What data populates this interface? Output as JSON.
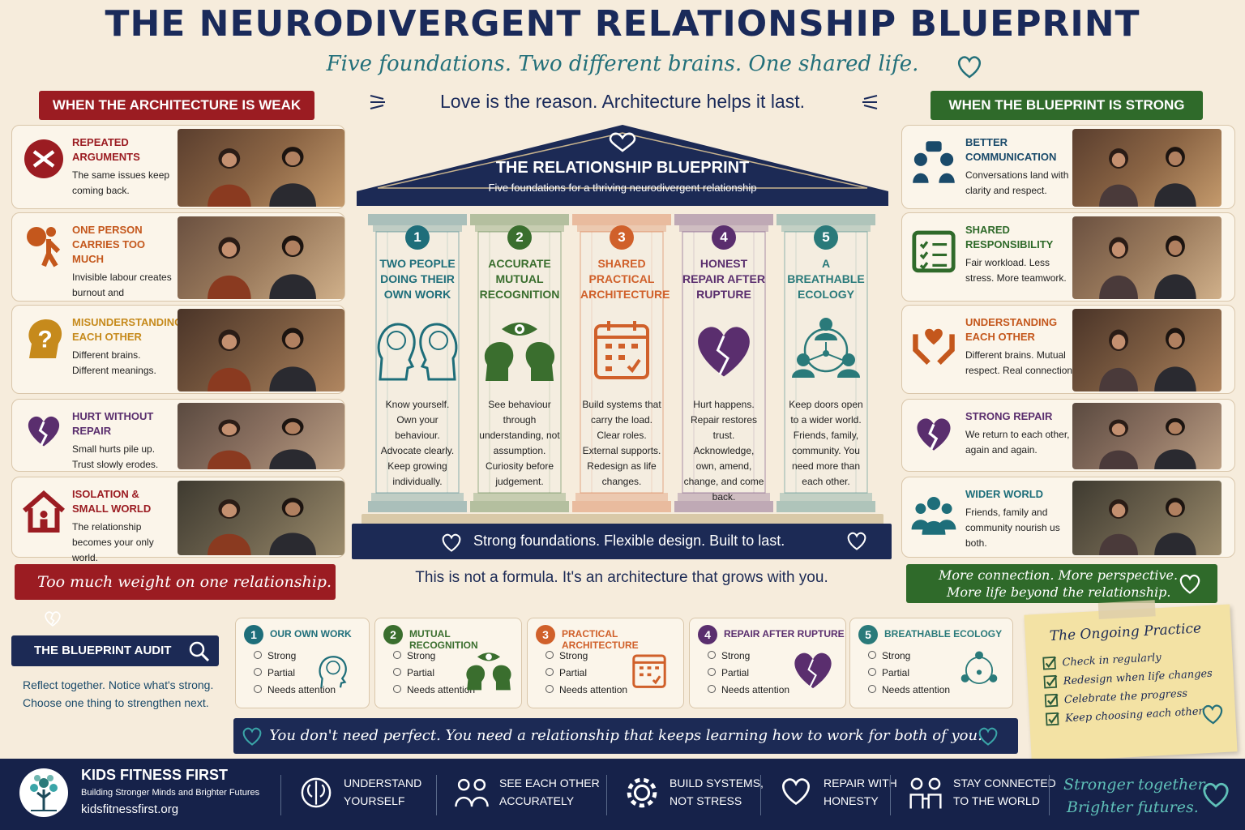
{
  "header": {
    "title": "THE NEURODIVERGENT RELATIONSHIP BLUEPRINT",
    "subtitle": "Five foundations. Two different brains. One shared life.",
    "tagline": "Love is the reason. Architecture helps it last."
  },
  "left": {
    "banner": "WHEN THE ARCHITECTURE IS WEAK",
    "items": [
      {
        "title": "REPEATED ARGUMENTS",
        "text": "The same issues keep coming back.",
        "icon": "argument-icon"
      },
      {
        "title": "ONE PERSON CARRIES TOO MUCH",
        "text": "Invisible labour creates burnout and resentment.",
        "icon": "burden-icon"
      },
      {
        "title": "MISUNDERSTANDING EACH OTHER",
        "text": "Different brains. Different meanings.",
        "icon": "question-head-icon"
      },
      {
        "title": "HURT WITHOUT REPAIR",
        "text": "Small hurts pile up. Trust slowly erodes.",
        "icon": "broken-heart-icon"
      },
      {
        "title": "ISOLATION & SMALL WORLD",
        "text": "The relationship becomes your only world.",
        "icon": "house-icon"
      }
    ],
    "footer": "Too much weight on one relationship."
  },
  "right": {
    "banner": "WHEN THE BLUEPRINT IS STRONG",
    "items": [
      {
        "title": "BETTER COMMUNICATION",
        "text": "Conversations land with clarity and respect.",
        "icon": "communication-icon"
      },
      {
        "title": "SHARED RESPONSIBILITY",
        "text": "Fair workload. Less stress. More teamwork.",
        "icon": "checklist-icon"
      },
      {
        "title": "UNDERSTANDING EACH OTHER",
        "text": "Different brains. Mutual respect. Real connection.",
        "icon": "heart-hands-icon"
      },
      {
        "title": "STRONG REPAIR",
        "text": "We return to each other, again and again.",
        "icon": "mended-heart-icon"
      },
      {
        "title": "WIDER WORLD",
        "text": "Friends, family and community nourish us both.",
        "icon": "community-icon"
      }
    ],
    "footer_line1": "More connection. More perspective.",
    "footer_line2": "More life beyond the relationship."
  },
  "temple": {
    "title": "THE RELATIONSHIP BLUEPRINT",
    "subtitle": "Five foundations for a thriving neurodivergent relationship",
    "base": "Strong foundations. Flexible design. Built to last.",
    "note": "This is not a formula. It's an architecture that grows with you.",
    "pillars": [
      {
        "num": "1",
        "title": "TWO PEOPLE DOING THEIR OWN WORK",
        "text": "Know yourself. Own your behaviour. Advocate clearly. Keep growing individually.",
        "color": "#1e6e7a"
      },
      {
        "num": "2",
        "title": "ACCURATE MUTUAL RECOGNITION",
        "text": "See behaviour through understanding, not assumption. Curiosity before judgement.",
        "color": "#3a6e2e"
      },
      {
        "num": "3",
        "title": "SHARED PRACTICAL ARCHITECTURE",
        "text": "Build systems that carry the load. Clear roles. External supports. Redesign as life changes.",
        "color": "#d0602a"
      },
      {
        "num": "4",
        "title": "HONEST REPAIR AFTER RUPTURE",
        "text": "Hurt happens. Repair restores trust. Acknowledge, own, amend, change, and come back.",
        "color": "#5a2e6e"
      },
      {
        "num": "5",
        "title": "A BREATHABLE ECOLOGY",
        "text": "Keep doors open to a wider world. Friends, family, community. You need more than each other.",
        "color": "#2a7a7a"
      }
    ]
  },
  "audit": {
    "title": "THE BLUEPRINT AUDIT",
    "text": "Reflect together. Notice what's strong. Choose one thing to strengthen next.",
    "options": [
      "Strong",
      "Partial",
      "Needs attention"
    ],
    "cards": [
      {
        "num": "1",
        "label": "OUR OWN WORK"
      },
      {
        "num": "2",
        "label": "MUTUAL RECOGNITION"
      },
      {
        "num": "3",
        "label": "PRACTICAL ARCHITECTURE"
      },
      {
        "num": "4",
        "label": "REPAIR AFTER RUPTURE"
      },
      {
        "num": "5",
        "label": "BREATHABLE ECOLOGY"
      }
    ]
  },
  "note": {
    "title": "The Ongoing Practice",
    "items": [
      "Check in regularly",
      "Redesign when life changes",
      "Celebrate the progress",
      "Keep choosing each other"
    ]
  },
  "closing": "You don't need perfect. You need a relationship that keeps learning how to work for both of you.",
  "footer": {
    "brand": "KIDS FITNESS FIRST",
    "tagline": "Building Stronger Minds and Brighter Futures",
    "url": "kidsfitnessfirst.org",
    "items": [
      {
        "l1": "UNDERSTAND",
        "l2": "YOURSELF",
        "icon": "brain-icon"
      },
      {
        "l1": "SEE EACH OTHER",
        "l2": "ACCURATELY",
        "icon": "people-icon"
      },
      {
        "l1": "BUILD SYSTEMS,",
        "l2": "NOT STRESS",
        "icon": "gear-icon"
      },
      {
        "l1": "REPAIR WITH",
        "l2": "HONESTY",
        "icon": "heart-icon"
      },
      {
        "l1": "STAY CONNECTED",
        "l2": "TO THE WORLD",
        "icon": "connected-people-icon"
      }
    ],
    "slogan1": "Stronger together.",
    "slogan2": "Brighter futures."
  }
}
